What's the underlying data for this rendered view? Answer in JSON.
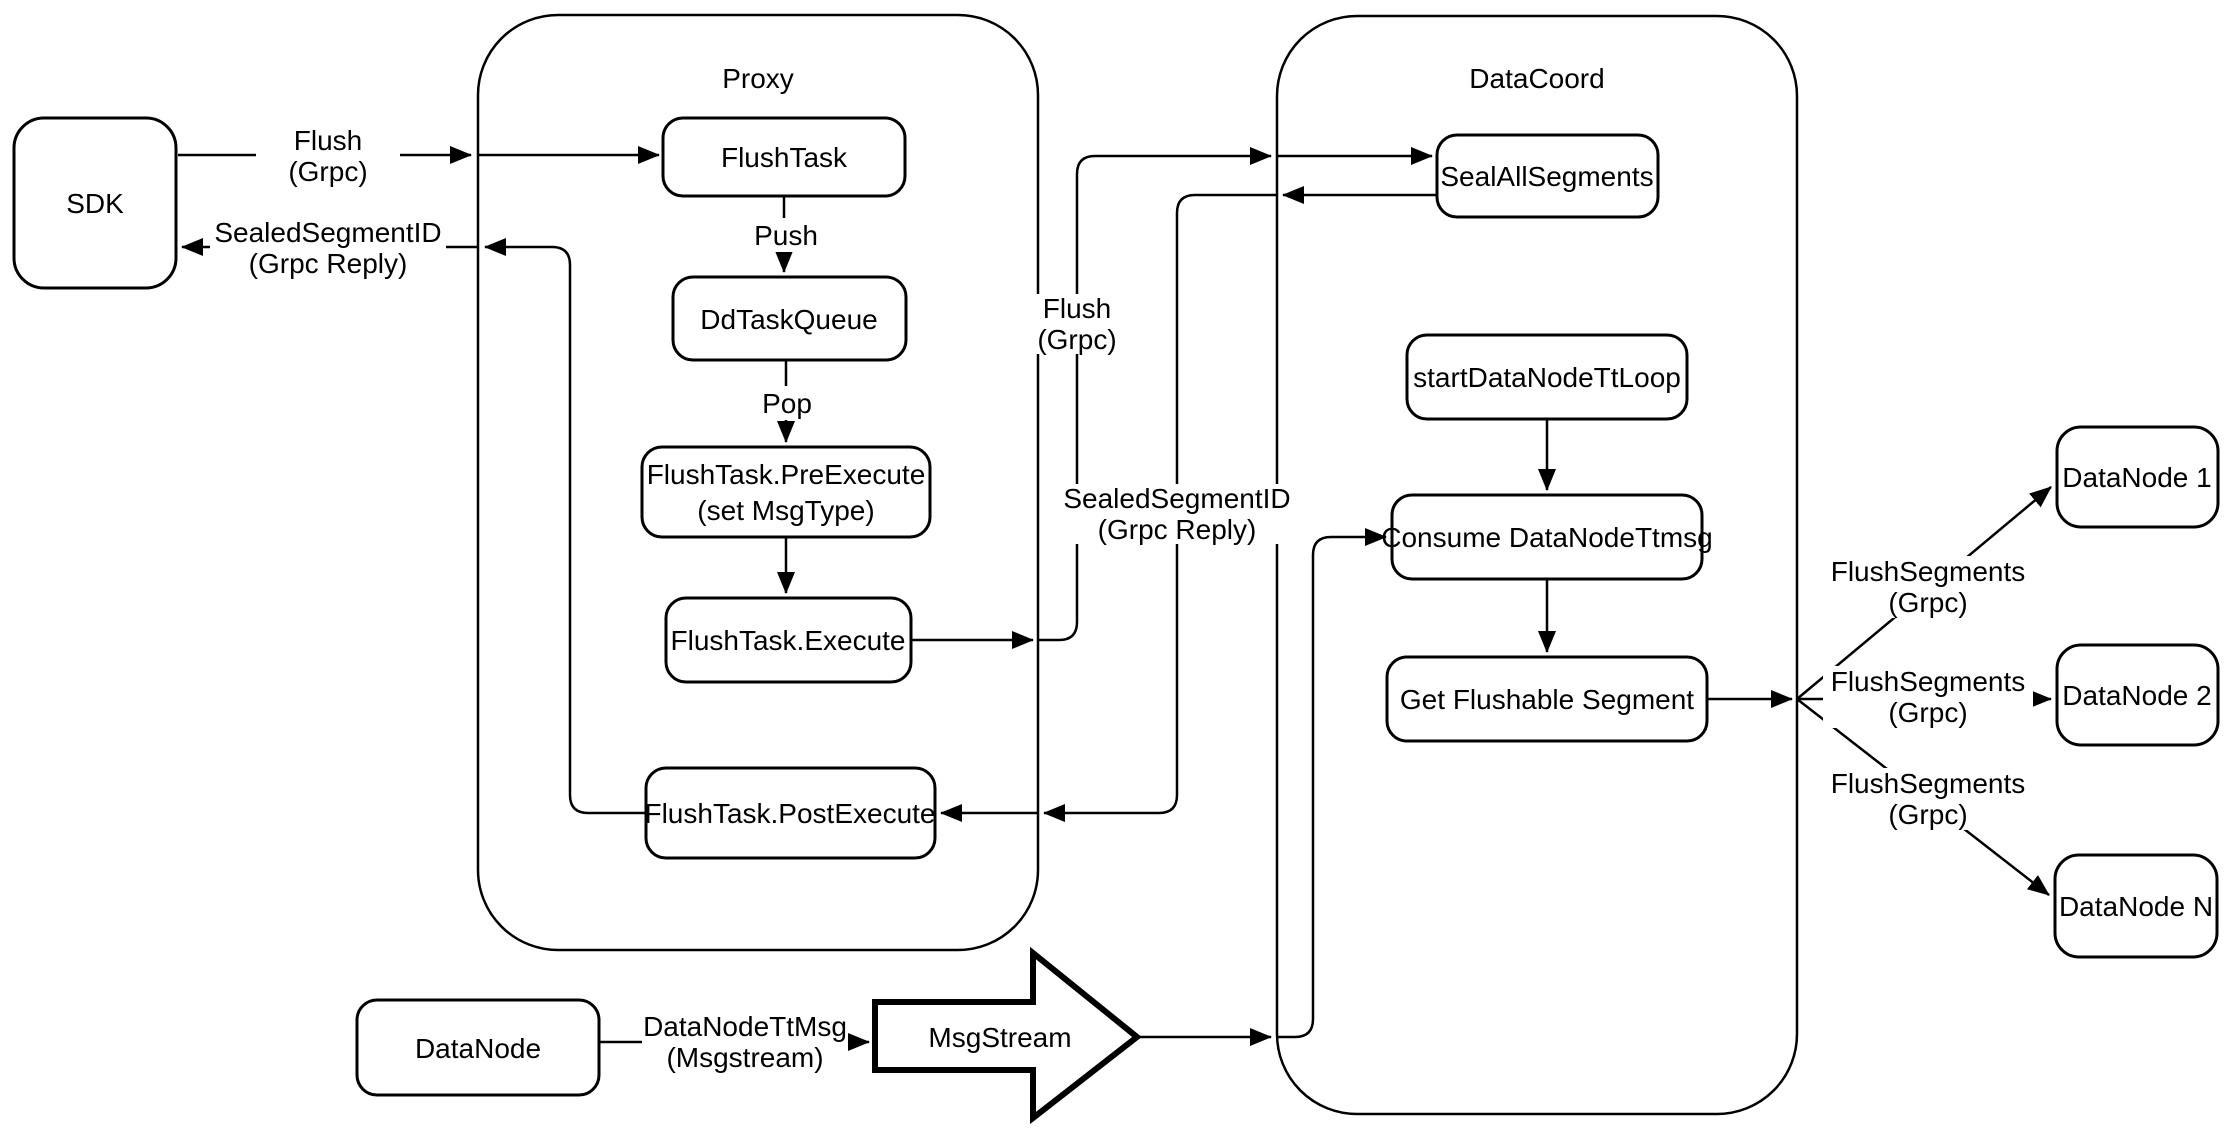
{
  "diagram": {
    "colors": {
      "stroke": "#000000",
      "background": "#ffffff"
    },
    "containers": {
      "proxy": {
        "title": "Proxy"
      },
      "datacoord": {
        "title": "DataCoord"
      }
    },
    "nodes": {
      "sdk": {
        "label": "SDK"
      },
      "flush_task": {
        "label": "FlushTask"
      },
      "dd_task_queue": {
        "label": "DdTaskQueue"
      },
      "pre_execute": {
        "line1": "FlushTask.PreExecute",
        "line2": "(set MsgType)"
      },
      "execute": {
        "label": "FlushTask.Execute"
      },
      "post_execute": {
        "label": "FlushTask.PostExecute"
      },
      "seal_all_segments": {
        "label": "SealAllSegments"
      },
      "start_data_node_tt_loop": {
        "label": "startDataNodeTtLoop"
      },
      "consume_data_node_ttmsg": {
        "label": "Consume DataNodeTtmsg"
      },
      "get_flushable_segment": {
        "label": "Get Flushable Segment"
      },
      "data_node": {
        "label": "DataNode"
      },
      "msg_stream": {
        "label": "MsgStream"
      },
      "data_node_1": {
        "label": "DataNode 1"
      },
      "data_node_2": {
        "label": "DataNode 2"
      },
      "data_node_n": {
        "label": "DataNode N"
      }
    },
    "edge_labels": {
      "flush_grpc_sdk": {
        "line1": "Flush",
        "line2": "(Grpc)"
      },
      "sealed_segment_id_sdk": {
        "line1": "SealedSegmentID",
        "line2": "(Grpc Reply)"
      },
      "push": {
        "label": "Push"
      },
      "pop": {
        "label": "Pop"
      },
      "flush_grpc_datacoord": {
        "line1": "Flush",
        "line2": "(Grpc)"
      },
      "sealed_segment_id_datacoord": {
        "line1": "SealedSegmentID",
        "line2": "(Grpc Reply)"
      },
      "flush_segments_1": {
        "line1": "FlushSegments",
        "line2": "(Grpc)"
      },
      "flush_segments_2": {
        "line1": "FlushSegments",
        "line2": "(Grpc)"
      },
      "flush_segments_3": {
        "line1": "FlushSegments",
        "line2": "(Grpc)"
      },
      "data_node_tt_msg": {
        "line1": "DataNodeTtMsg",
        "line2": "(Msgstream)"
      }
    }
  }
}
